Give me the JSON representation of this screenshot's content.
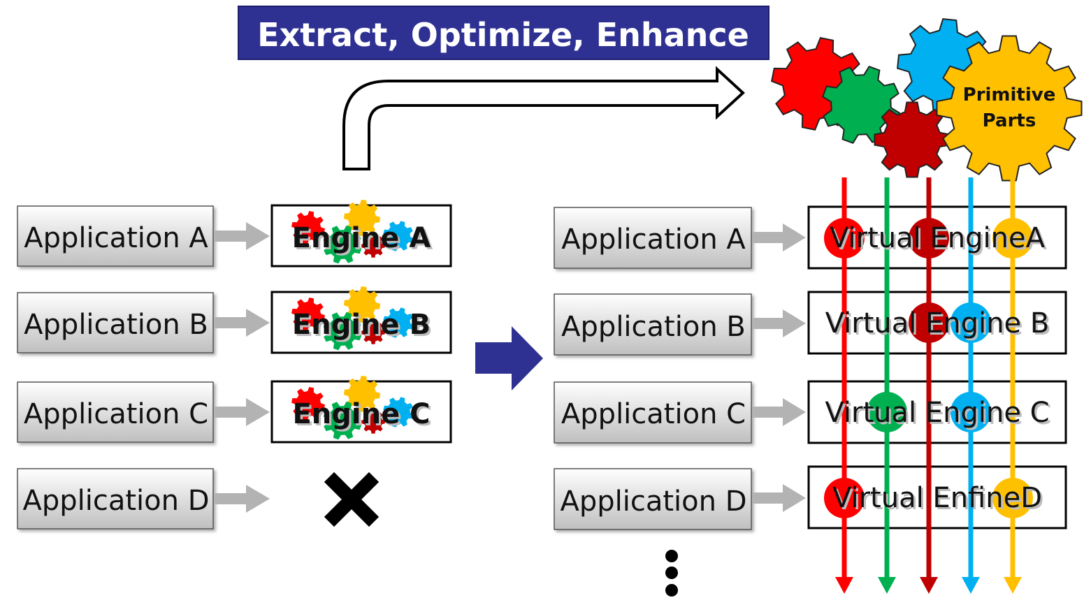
{
  "title": "Extract, Optimize, Enhance",
  "primitive_parts_line1": "Primitive",
  "primitive_parts_line2": "Parts",
  "left_column": {
    "applications": [
      "Application A",
      "Application B",
      "Application C",
      "Application D"
    ],
    "engines": [
      "Engine A",
      "Engine B",
      "Engine C"
    ]
  },
  "right_column": {
    "applications": [
      "Application A",
      "Application B",
      "Application C",
      "Application D"
    ],
    "virtual_engines": [
      "Virtual EngineA",
      "Virtual Engine B",
      "Virtual Engine C",
      "Virtual EnfineD"
    ]
  },
  "colors": {
    "title_bg": "#2e3192",
    "red": "#ff0000",
    "green": "#00b050",
    "dark_red": "#c00000",
    "blue": "#00b0f0",
    "yellow": "#ffc000",
    "gray_arrow": "#b3b3b3",
    "navy_arrow": "#2e3192"
  },
  "part_usage": [
    [
      "red",
      "dark_red",
      "yellow"
    ],
    [
      "dark_red",
      "blue"
    ],
    [
      "green",
      "blue"
    ],
    [
      "red",
      "yellow"
    ]
  ]
}
